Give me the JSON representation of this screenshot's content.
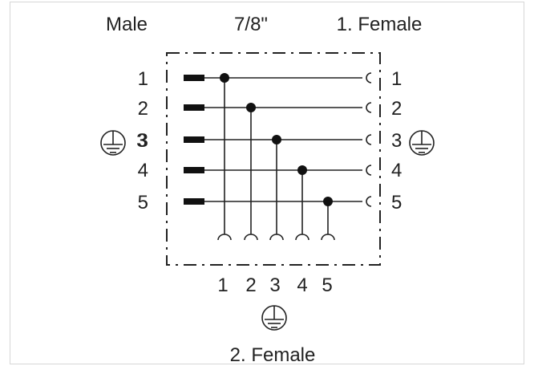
{
  "header": {
    "male_label": "Male",
    "connector_label": "7/8\"",
    "female1_label": "1. Female"
  },
  "female2_label": "2. Female",
  "left_pins": [
    "1",
    "2",
    "3",
    "4",
    "5"
  ],
  "right_pins": [
    "1",
    "2",
    "3",
    "4",
    "5"
  ],
  "bottom_pins": [
    "1",
    "2",
    "3",
    "4",
    "5"
  ],
  "ground_pin": "3",
  "colors": {
    "ink": "#222222",
    "frame_border": "#d6d6d6"
  }
}
